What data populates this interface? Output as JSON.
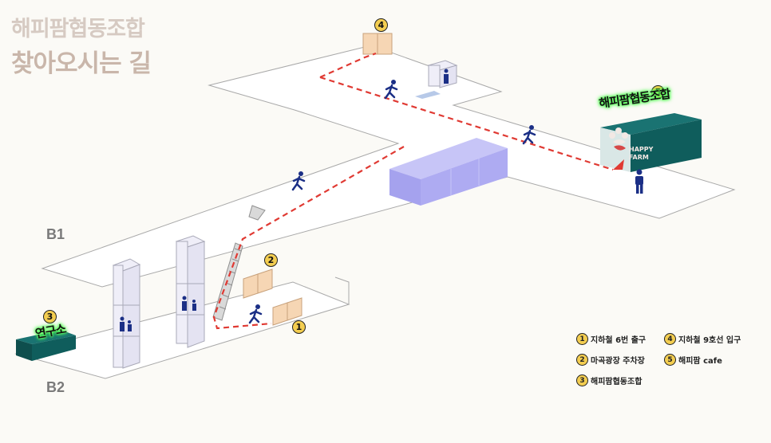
{
  "title": {
    "line1": "해피팜협동조합",
    "line2": "찾아오시는 길"
  },
  "floors": {
    "b1": "B1",
    "b2": "B2"
  },
  "markers": {
    "m1": "1",
    "m2": "2",
    "m3": "3",
    "m4": "4",
    "m5": "5"
  },
  "signs": {
    "store": "해피팜협동조합",
    "lab": "연구소",
    "logo_top": "HAPPY",
    "logo_bottom": "FARM"
  },
  "legend": [
    {
      "num": "1",
      "text": "지하철 6번 출구"
    },
    {
      "num": "4",
      "text": "지하철 9호선 입구"
    },
    {
      "num": "2",
      "text": "마곡광장 주차장"
    },
    {
      "num": "5",
      "text": "해피팜 cafe"
    },
    {
      "num": "3",
      "text": "해피팜협동조합"
    }
  ],
  "colors": {
    "route": "#e03a33",
    "person": "#1b2f86",
    "store_box": "#0f5d5c",
    "blue_block": "#a9a6f2",
    "door": "#f6d6b4",
    "badge": "#f3cd50"
  }
}
